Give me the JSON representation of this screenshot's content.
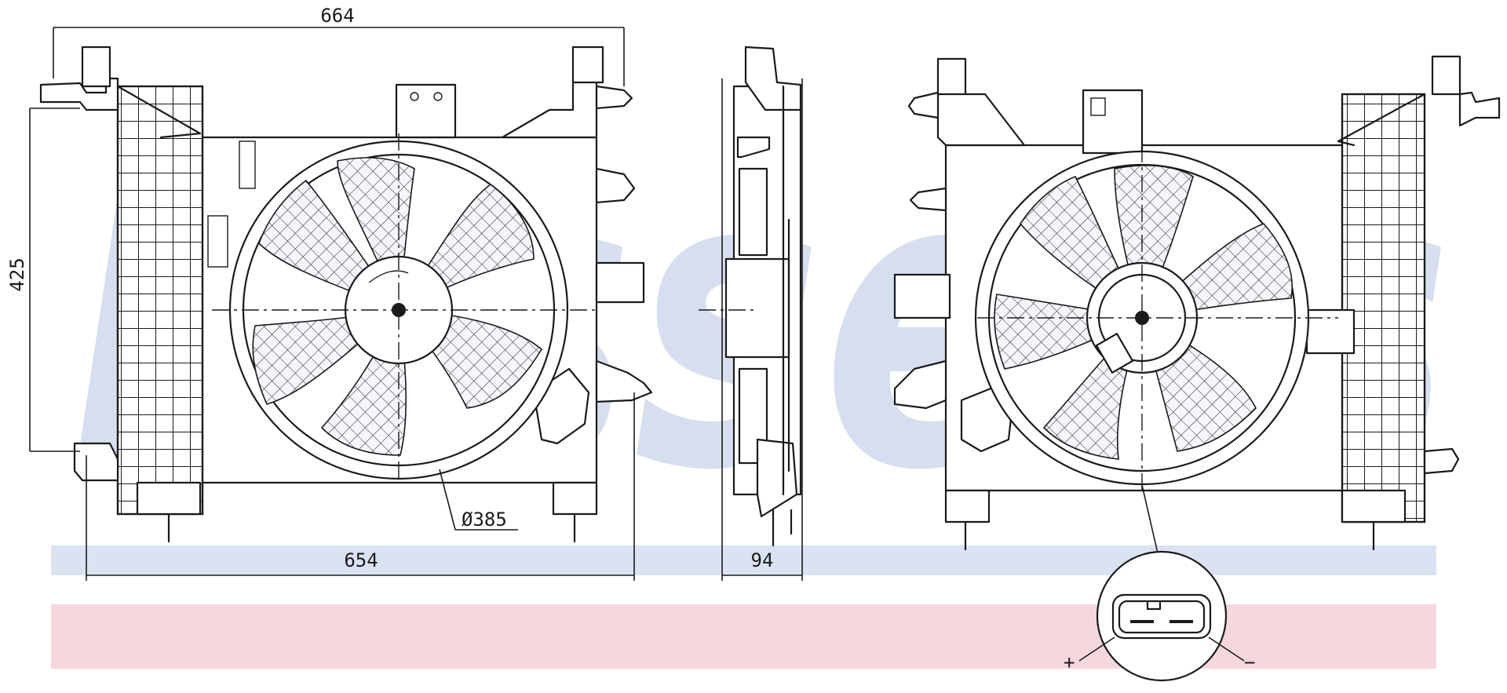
{
  "watermark": {
    "text": "Nissens",
    "color": "#c9d3ea"
  },
  "bands": {
    "light_blue": "#dbe3f3",
    "pink": "#f6d7de"
  },
  "dimensions": {
    "top_width": "664",
    "height": "425",
    "fan_diameter": "Ø385",
    "bottom_width": "654",
    "depth": "94"
  },
  "connector": {
    "plus": "+",
    "minus": "−"
  }
}
